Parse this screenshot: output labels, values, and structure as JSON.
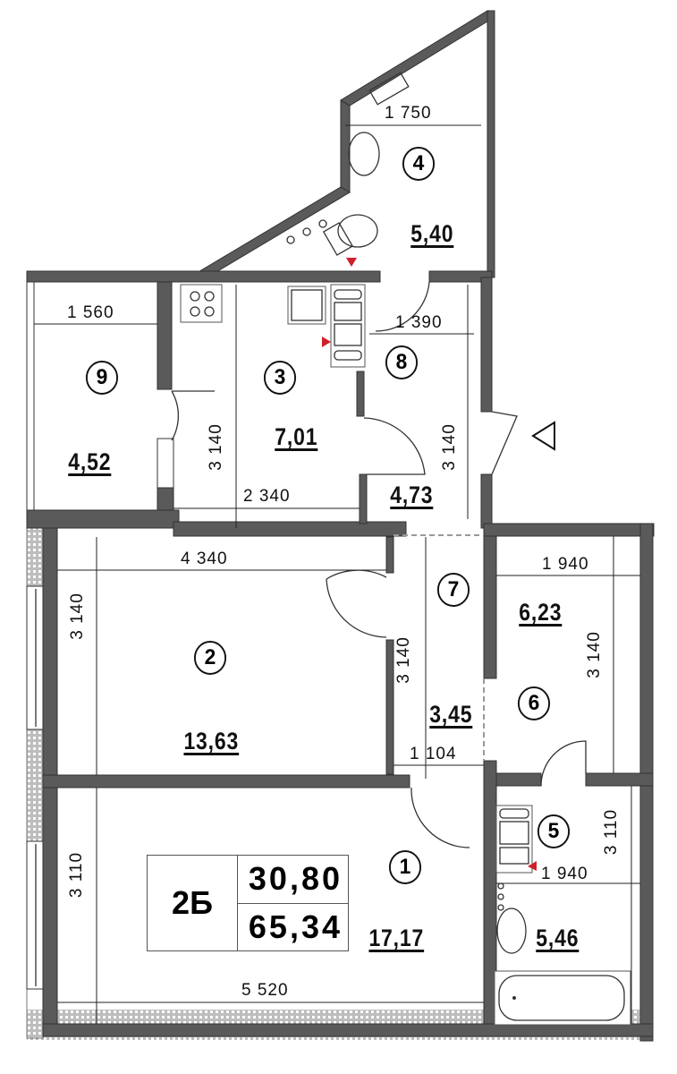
{
  "plan": {
    "apartment_type": "2Б",
    "living_area": "30,80",
    "total_area": "65,34"
  },
  "rooms": [
    {
      "number": "1",
      "area": "17,17"
    },
    {
      "number": "2",
      "area": "13,63"
    },
    {
      "number": "3",
      "area": "7,01"
    },
    {
      "number": "4",
      "area": "5,40"
    },
    {
      "number": "5",
      "area": "5,46"
    },
    {
      "number": "6",
      "area": "6,23"
    },
    {
      "number": "7",
      "area": "3,45"
    },
    {
      "number": "8",
      "area": "4,73"
    },
    {
      "number": "9",
      "area": "4,52"
    }
  ],
  "dimensions": {
    "d1750": "1 750",
    "d1560": "1 560",
    "d1390": "1 390",
    "d3140_kitchen": "3 140",
    "d2340": "2 340",
    "d3140_hall": "3 140",
    "d4340": "4 340",
    "d3140_room2_left": "3 140",
    "d3140_corridor": "3 140",
    "d1104": "1 104",
    "d1940_top": "1 940",
    "d3140_room6": "3 140",
    "d3110_bath": "3 110",
    "d1940_bath": "1 940",
    "d3110_room1": "3 110",
    "d5520": "5 520"
  },
  "colors": {
    "wall": "#5a5a5a",
    "marker_red": "#d0202a",
    "line": "#222222"
  }
}
